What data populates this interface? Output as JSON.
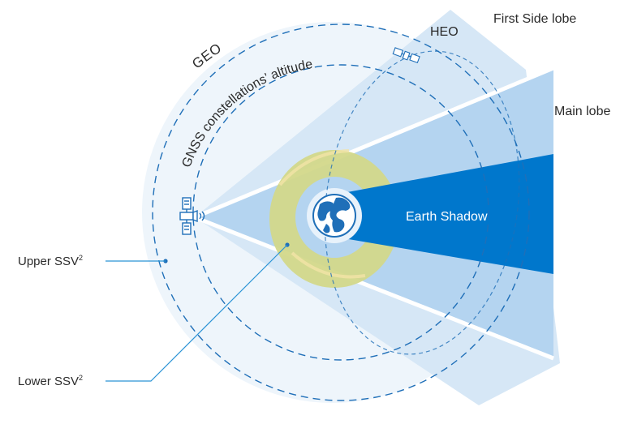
{
  "labels": {
    "geo": "GEO",
    "heo": "HEO",
    "first_side_lobe": "First Side lobe",
    "main_lobe": "Main lobe",
    "gnss_altitude": "GNSS constellations’ altitude",
    "earth_shadow": "Earth Shadow",
    "upper_ssv": "Upper SSV",
    "lower_ssv": "Lower SSV",
    "superscript": "2"
  },
  "colors": {
    "main_lobe": "#b4d4f0",
    "side_lobe": "#d6e7f6",
    "earth_shadow": "#0077cc",
    "lower_ssv_ring": "#d3d88a",
    "lower_ssv_glow": "#f3e3a6",
    "dashed_orbit": "#1f6fb8",
    "leader_line": "#2a93d5",
    "label_text": "#2b2b2b",
    "white": "#ffffff"
  },
  "icons": [
    "satellite-icon",
    "earth-globe-icon",
    "heo-satellite-icon"
  ]
}
